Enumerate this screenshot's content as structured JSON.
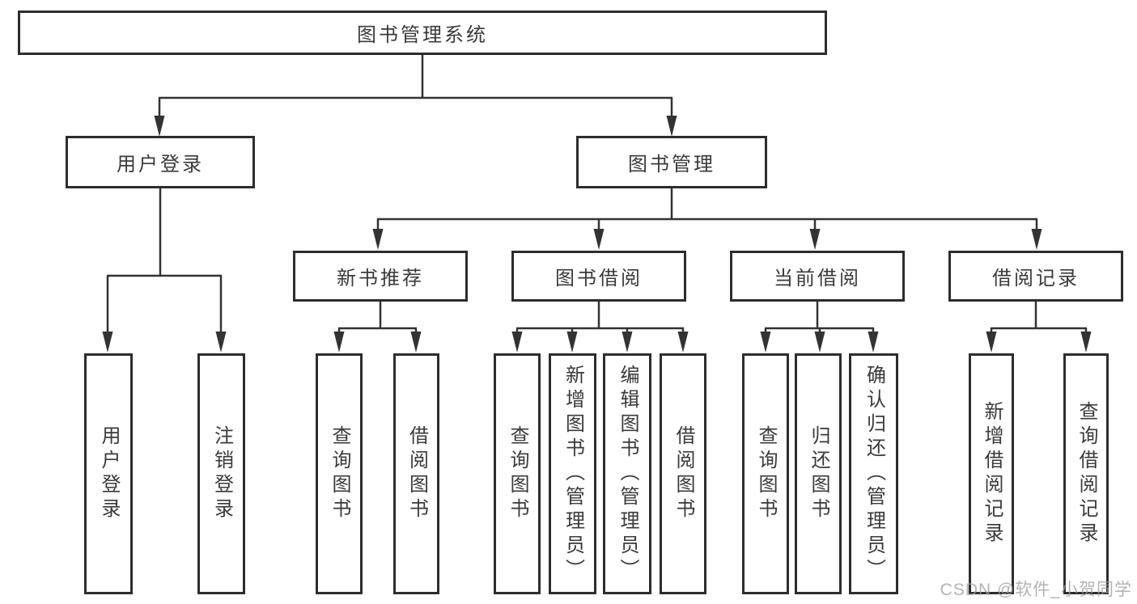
{
  "colors": {
    "line": "#333333",
    "box_border": "#2d2d2d",
    "text": "#3a3a3a",
    "watermark": "#9e9e9e",
    "background": "#ffffff"
  },
  "tree": {
    "label": "图书管理系统",
    "children": [
      {
        "label": "用户登录",
        "children": [
          {
            "label": "用户登录"
          },
          {
            "label": "注销登录"
          }
        ]
      },
      {
        "label": "图书管理",
        "children": [
          {
            "label": "新书推荐",
            "children": [
              {
                "label": "查询图书"
              },
              {
                "label": "借阅图书"
              }
            ]
          },
          {
            "label": "图书借阅",
            "children": [
              {
                "label": "查询图书"
              },
              {
                "label": "新增图书（管理员）"
              },
              {
                "label": "编辑图书（管理员）"
              },
              {
                "label": "借阅图书"
              }
            ]
          },
          {
            "label": "当前借阅",
            "children": [
              {
                "label": "查询图书"
              },
              {
                "label": "归还图书"
              },
              {
                "label": "确认归还（管理员）"
              }
            ]
          },
          {
            "label": "借阅记录",
            "children": [
              {
                "label": "新增借阅记录"
              },
              {
                "label": "查询借阅记录"
              }
            ]
          }
        ]
      }
    ]
  },
  "watermark": {
    "text": "CSDN @软件_小贺同学"
  }
}
